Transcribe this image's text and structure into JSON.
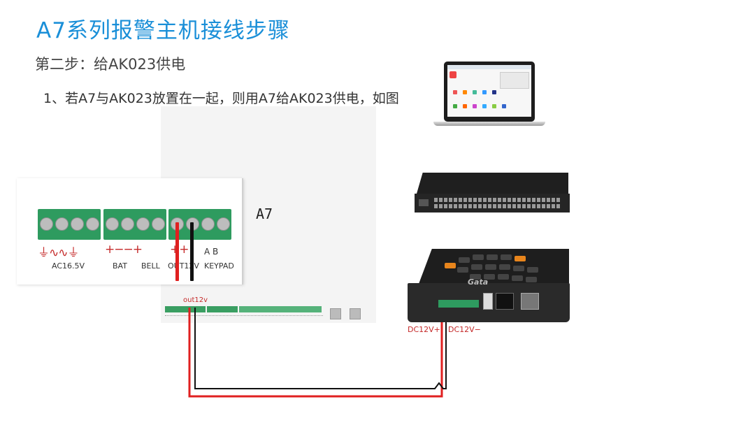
{
  "slide": {
    "title": "A7系列报警主机接线步骤",
    "step": "第二步：给AK023供电",
    "note": "1、若A7与AK023放置在一起，则用A7给AK023供电，如图"
  },
  "a7_board": {
    "name": "A7",
    "terminal_groups": [
      {
        "symbols": "⏚∿∿⏚",
        "label": "AC16.5V"
      },
      {
        "symbols": "+−−+",
        "label": "BAT"
      },
      {
        "symbols": "",
        "label": "BELL"
      },
      {
        "symbols": "++",
        "label": "OUT12V"
      },
      {
        "symbols": "A B",
        "label": "KEYPAD"
      }
    ],
    "out_label": "out12v"
  },
  "ak023": {
    "brand": "Gata",
    "dc_plus": "DC12V+",
    "dc_minus": "DC12V−"
  },
  "colors": {
    "title": "#1a8fd8",
    "wire_positive": "#e02020",
    "wire_negative": "#111111",
    "terminal_green": "#2e9b5f"
  }
}
